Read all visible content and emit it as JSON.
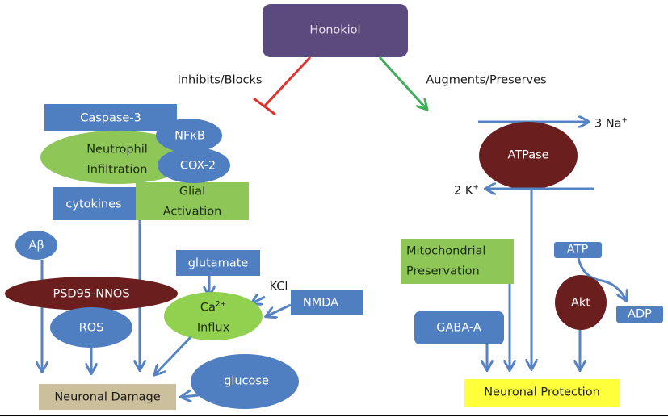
{
  "colors": {
    "purple": "#5b4a7e",
    "blue": "#4f7ec1",
    "blue_line": "#5583c4",
    "green": "#8ec758",
    "green_bright": "#92d050",
    "maroon": "#6a1e1e",
    "tan": "#cbbf9c",
    "yellow": "#ffff3c",
    "red": "#e0332f",
    "green_arrow": "#3fae5a"
  },
  "root": {
    "label": "Honokiol"
  },
  "branches": {
    "inhibit": {
      "label": "Inhibits/Blocks"
    },
    "augment": {
      "label": "Augments/Preserves"
    }
  },
  "left_nodes": {
    "caspase": "Caspase-3",
    "nfkb": "NFκB",
    "neutrophil": [
      "Neutrophil",
      "Infiltration"
    ],
    "cox2": "COX-2",
    "cytokines": "cytokines",
    "glial": [
      "Glial",
      "Activation"
    ],
    "abeta": "Aβ",
    "psd95": "PSD95-NNOS",
    "ros": "ROS",
    "glutamate": "glutamate",
    "kcl": "KCl",
    "nmda": "NMDA",
    "ca_base": "Ca",
    "ca_sup": "2+",
    "influx": "Influx",
    "glucose": "glucose",
    "damage": "Neuronal Damage"
  },
  "right_nodes": {
    "na_count": "3 Na",
    "na_sup": "+",
    "k_count": "2 K",
    "k_sup": "+",
    "atpase": "ATPase",
    "mito": [
      "Mitochondrial",
      "Preservation"
    ],
    "atp": "ATP",
    "akt": "Akt",
    "adp": "ADP",
    "gaba": "GABA-A",
    "protection": "Neuronal Protection"
  }
}
